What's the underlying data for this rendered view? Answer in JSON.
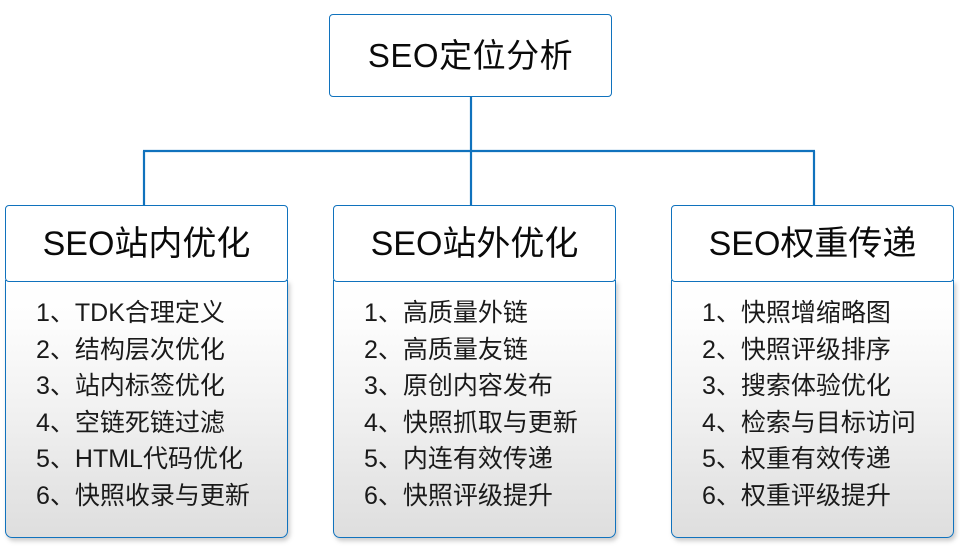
{
  "diagram": {
    "type": "org-tree",
    "colors": {
      "border_blue": "#1072bd",
      "connector_blue": "#1072bd",
      "header_fill": "#ffffff",
      "body_fill_top": "#ffffff",
      "body_fill_bottom": "#dedede",
      "text": "#0a0a0a"
    },
    "root": {
      "label": "SEO定位分析"
    },
    "branches": [
      {
        "id": "on-site",
        "title": "SEO站内优化",
        "items": [
          "1、TDK合理定义",
          "2、结构层次优化",
          "3、站内标签优化",
          "4、空链死链过滤",
          "5、HTML代码优化",
          "6、快照收录与更新"
        ]
      },
      {
        "id": "off-site",
        "title": "SEO站外优化",
        "items": [
          "1、高质量外链",
          "2、高质量友链",
          "3、原创内容发布",
          "4、快照抓取与更新",
          "5、内连有效传递",
          "6、快照评级提升"
        ]
      },
      {
        "id": "weight-transfer",
        "title": "SEO权重传递",
        "items": [
          "1、快照增缩略图",
          "2、快照评级排序",
          "3、搜索体验优化",
          "4、检索与目标访问",
          "5、权重有效传递",
          "6、权重评级提升"
        ]
      }
    ]
  }
}
